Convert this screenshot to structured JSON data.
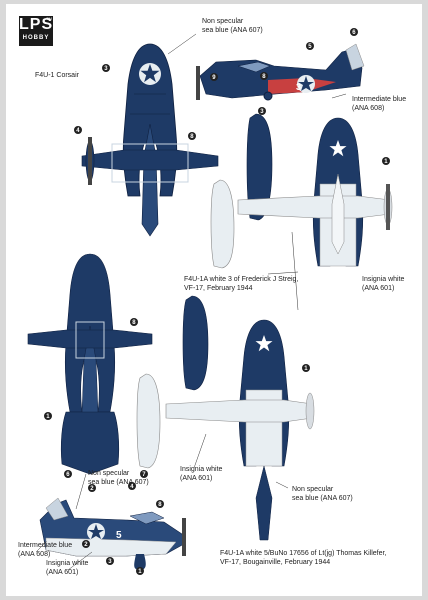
{
  "logo": {
    "main": "LPS",
    "sub": "HOBBY",
    "mark": "TM"
  },
  "header": {
    "model": "F4U-1 Corsair"
  },
  "labels": {
    "nsb_top": "Non specular\nsea blue (ANA 607)",
    "ib_top": "Intermediate blue\n(ANA 608)",
    "scheme1": "F4U-1A white 3 of Frederick J Streig,\nVF-17, February 1944",
    "iw_right": "Insignia white\n(ANA 601)",
    "iw_mid": "Insignia white\n(ANA 601)",
    "nsb_right": "Non specular\nsea blue (ANA 607)",
    "nsb_left": "Non specular\nsea blue (ANA 607)",
    "ib_left": "Intermediate blue\n(ANA 608)",
    "iw_left": "Insignia white\n(ANA 601)",
    "scheme2": "F4U-1A white 5/BuNo 17656 of Lt(jg) Thomas Killefer,\nVF-17, Bougainville, February 1944"
  },
  "callouts": {
    "c1": "1",
    "c2": "2",
    "c3": "3",
    "c4": "4",
    "c5": "5",
    "c6": "6",
    "c7": "7",
    "c8": "8",
    "c9": "9"
  },
  "markings": {
    "code_top": "3",
    "code_bottom": "5"
  },
  "colors": {
    "sea_blue": "#1e3a66",
    "intermediate_blue": "#3f5f8f",
    "insignia_white": "#e8eef2",
    "callout": "#222222",
    "paper": "#ffffff"
  }
}
